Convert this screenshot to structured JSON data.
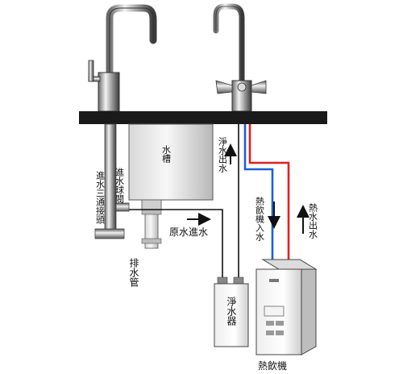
{
  "labels": {
    "sink": "水槽",
    "purified_out": "淨水出水",
    "hot_in": "熱飲機入水",
    "hot_out": "熱水出水",
    "inlet_tee": "進水三通接頭",
    "inlet_valve": "進水球閥",
    "raw_water_in": "原水進水",
    "drain": "排水管",
    "purifier": "淨水器",
    "hot_machine": "熱飲機"
  },
  "colors": {
    "hot_line": "#e02020",
    "cold_line": "#1f5fd6",
    "counter": "#1a1a1a",
    "pipe": "#111111"
  }
}
